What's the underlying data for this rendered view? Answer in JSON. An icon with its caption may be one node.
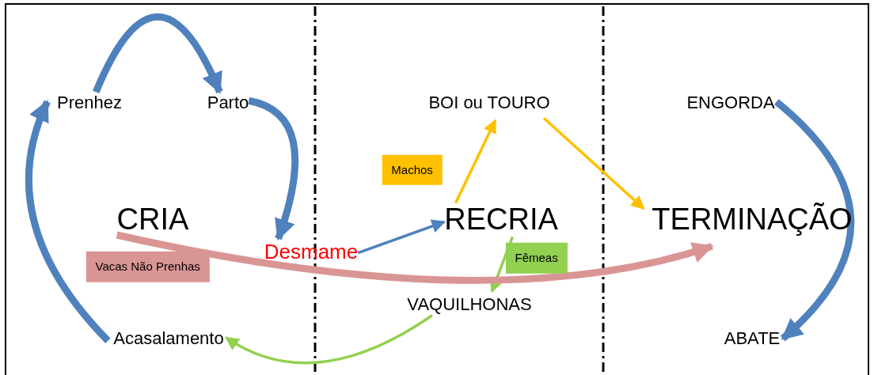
{
  "diagram": {
    "nodes": [
      {
        "text": [
          "Prenhez"
        ]
      },
      {
        "text": [
          "Parto"
        ]
      },
      {
        "text": [
          "CRIA"
        ]
      },
      {
        "text": [
          "Desmame"
        ]
      },
      {
        "text": [
          "RECRIA"
        ]
      },
      {
        "text": [
          "TERMINAÇÃO"
        ]
      },
      {
        "text": [
          "BOI ou TOURO"
        ]
      },
      {
        "text": [
          "ENGORDA"
        ]
      },
      {
        "text": [
          "ABATE"
        ]
      },
      {
        "text": [
          "VAQUILHONAS"
        ]
      },
      {
        "text": [
          "Acasalamento"
        ]
      }
    ],
    "edges": [
      {
        "from": 0,
        "to": 1,
        "arrow": "to",
        "style": "thick"
      },
      {
        "from": 1,
        "to": 3,
        "arrow": "to",
        "style": "thick"
      },
      {
        "from": 3,
        "to": 4,
        "arrow": "to"
      },
      {
        "from": 4,
        "to": 6,
        "arrow": "to",
        "label": "Machos",
        "color": "#ffc000"
      },
      {
        "from": 6,
        "to": 5,
        "arrow": "to",
        "color": "#ffc000"
      },
      {
        "from": 4,
        "to": 9,
        "arrow": "to",
        "label": "Fêmeas",
        "color": "#92d050"
      },
      {
        "from": 9,
        "to": 10,
        "arrow": "to",
        "color": "#92d050"
      },
      {
        "from": 10,
        "to": 0,
        "arrow": "to",
        "style": "thick"
      },
      {
        "from": 2,
        "to": 5,
        "arrow": "to",
        "label": "Vacas Não Prenhas",
        "style": "thick",
        "color": "#d99594"
      },
      {
        "from": 7,
        "to": 8,
        "arrow": "to",
        "style": "thick"
      }
    ]
  }
}
